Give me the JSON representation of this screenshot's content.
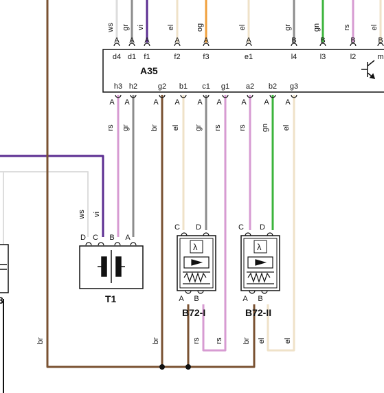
{
  "colors": {
    "vi": "#5b2d91",
    "br": "#7a5232",
    "og": "#f0a03c",
    "el": "#efe2c8",
    "gr": "#8c8c8c",
    "gn": "#3cb43c",
    "rs": "#d79bd2",
    "ws": "#dddddd",
    "line": "#111111"
  },
  "ecu": {
    "label": "A35",
    "top_connectors": [
      "A",
      "A",
      "A",
      "A",
      "A",
      "A",
      "B",
      "B",
      "B",
      "B"
    ],
    "top_pins": [
      "d4",
      "d1",
      "f1",
      "f2",
      "f3",
      "e1",
      "l4",
      "l3",
      "l2",
      "m"
    ],
    "top_wires": [
      "ws",
      "gr",
      "vi",
      "el",
      "og",
      "el",
      "gr",
      "gn",
      "rs",
      "el"
    ],
    "bottom_pins": [
      "h3",
      "h2",
      "g2",
      "b1",
      "c1",
      "g1",
      "a2",
      "b2",
      "g3"
    ],
    "bottom_connectors": [
      "A",
      "A",
      "A",
      "A",
      "A",
      "A",
      "A",
      "A",
      "A"
    ],
    "bottom_wires": [
      "rs",
      "gr",
      "br",
      "el",
      "gr",
      "rs",
      "rs",
      "gn",
      "el"
    ]
  },
  "t1": {
    "label": "T1",
    "pins": [
      "D",
      "C",
      "B",
      "A"
    ],
    "wires": [
      "ws",
      "vi"
    ]
  },
  "sensors": [
    {
      "label": "B72-I",
      "top_pins": [
        "C",
        "D"
      ],
      "bottom_pins": [
        "A",
        "B"
      ],
      "bottom_wires": [
        "br",
        "rs",
        "rs"
      ]
    },
    {
      "label": "B72-II",
      "top_pins": [
        "C",
        "D"
      ],
      "bottom_pins": [
        "A",
        "B"
      ],
      "bottom_wires": [
        "br",
        "el",
        "el"
      ]
    }
  ],
  "misc": {
    "left_component_fragment": "3",
    "left_ground_wire": "br",
    "lambda_symbol": "λ"
  }
}
